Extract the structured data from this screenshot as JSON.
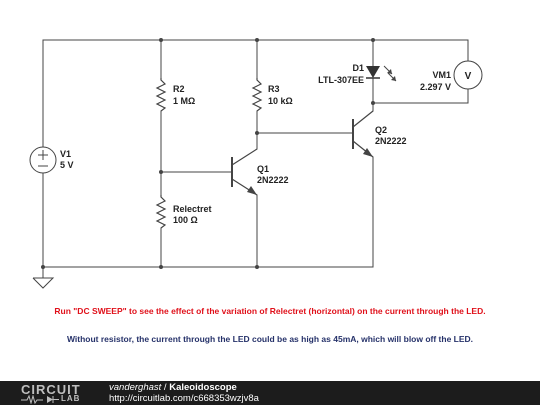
{
  "components": {
    "v1": {
      "ref": "V1",
      "value": "5 V"
    },
    "r2": {
      "ref": "R2",
      "value": "1 MΩ"
    },
    "r3": {
      "ref": "R3",
      "value": "10 kΩ"
    },
    "relectret": {
      "ref": "Relectret",
      "value": "100 Ω"
    },
    "q1": {
      "ref": "Q1",
      "part": "2N2222"
    },
    "q2": {
      "ref": "Q2",
      "part": "2N2222"
    },
    "d1": {
      "ref": "D1",
      "part": "LTL-307EE"
    },
    "vm1": {
      "ref": "VM1",
      "reading": "2.297 V",
      "symbol": "V"
    }
  },
  "notes": {
    "instruction": "Run \"DC SWEEP\" to see the effect of the variation of Relectret (horizontal) on the current through the LED.",
    "warning": "Without resistor, the current through the LED could be as high as 45mA, which will blow off the LED."
  },
  "footer": {
    "logo_top": "CIRCUIT",
    "logo_bottom": "LAB",
    "author": "vanderghast",
    "separator": " / ",
    "project": "Kaleoidoscope",
    "url": "http://circuitlab.com/c668353wzjv8a"
  },
  "colors": {
    "instruction": "#e0101a",
    "warning": "#26326a",
    "wire": "#444444",
    "footer_bg": "#1c1c1c"
  }
}
